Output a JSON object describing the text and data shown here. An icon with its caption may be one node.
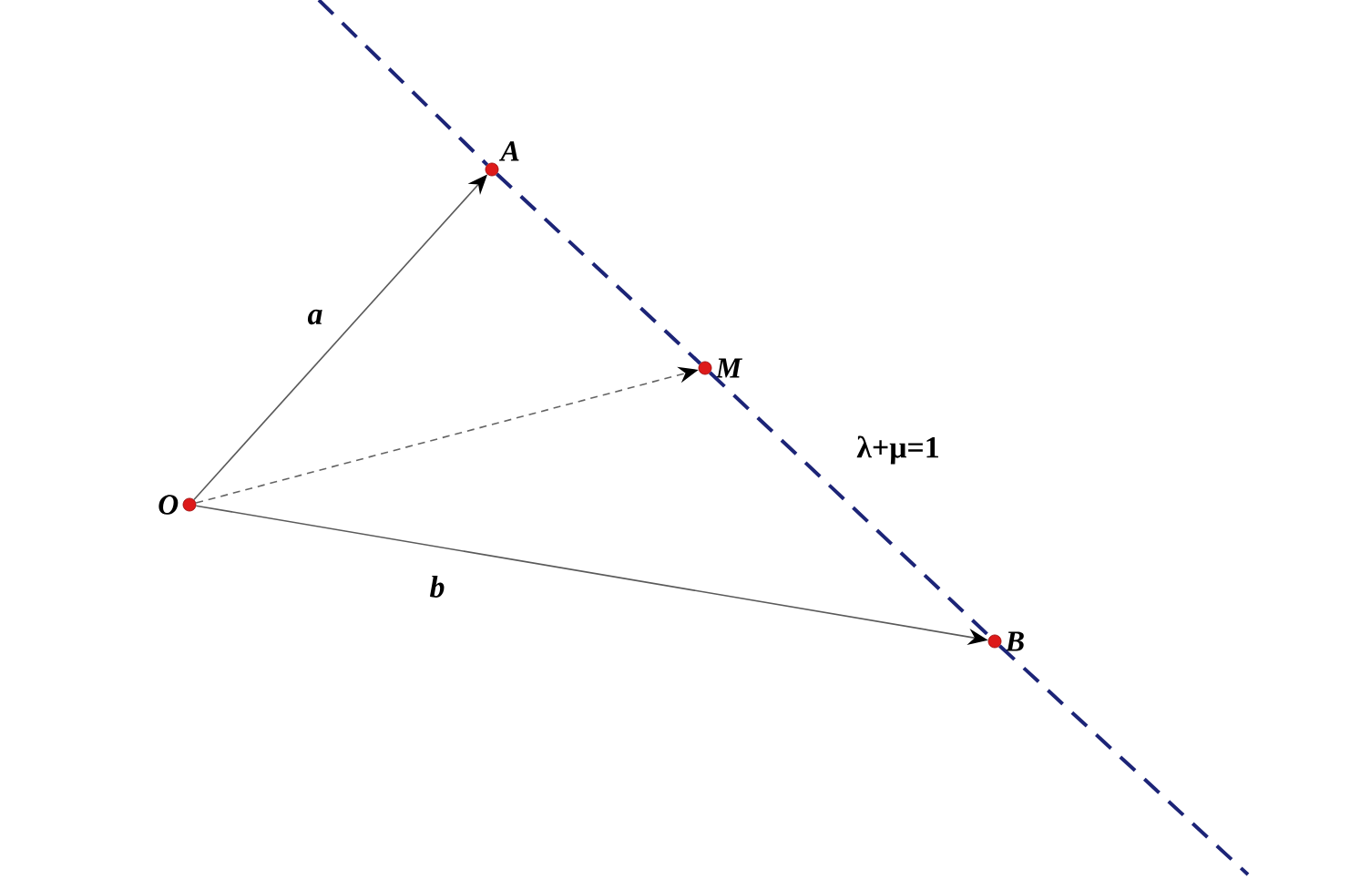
{
  "diagram": {
    "nodes": [
      {
        "text": [
          "O"
        ]
      },
      {
        "text": [
          "A"
        ]
      },
      {
        "text": [
          "M"
        ]
      },
      {
        "text": [
          "B"
        ]
      }
    ],
    "edges": [
      {
        "from": 0,
        "to": 1,
        "arrow": "to",
        "label": "a"
      },
      {
        "from": 0,
        "to": 2,
        "arrow": "to",
        "style": "dashed"
      },
      {
        "from": 0,
        "to": 3,
        "arrow": "to",
        "label": "b"
      },
      {
        "from": null,
        "to": 1,
        "arrow": "none",
        "style": "dashed",
        "color": "#1c2477"
      },
      {
        "from": 1,
        "to": 2,
        "arrow": "none",
        "style": "dashed",
        "color": "#1c2477"
      },
      {
        "from": 2,
        "to": 3,
        "arrow": "none",
        "style": "dashed",
        "color": "#1c2477"
      },
      {
        "from": 3,
        "to": null,
        "arrow": "none",
        "style": "dashed",
        "color": "#1c2477"
      }
    ],
    "labels": [
      "λ+μ=1"
    ]
  }
}
